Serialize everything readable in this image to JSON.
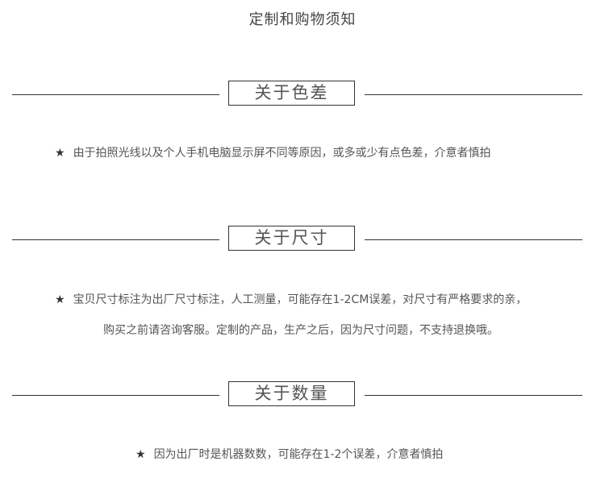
{
  "page": {
    "title": "定制和购物须知"
  },
  "sections": [
    {
      "heading": "关于色差",
      "lines": [
        "由于拍照光线以及个人手机电脑显示屏不同等原因，或多或少有点色差，介意者慎拍"
      ]
    },
    {
      "heading": "关于尺寸",
      "lines": [
        "宝贝尺寸标注为出厂尺寸标注，人工测量，可能存在1-2CM误差，对尺寸有严格要求的亲，",
        "购买之前请咨询客服。定制的产品，生产之后，因为尺寸问题，不支持退换哦。"
      ]
    },
    {
      "heading": "关于数量",
      "lines": [
        "因为出厂时是机器数数，可能存在1-2个误差，介意者慎拍"
      ]
    }
  ],
  "bullet_symbol": "★"
}
